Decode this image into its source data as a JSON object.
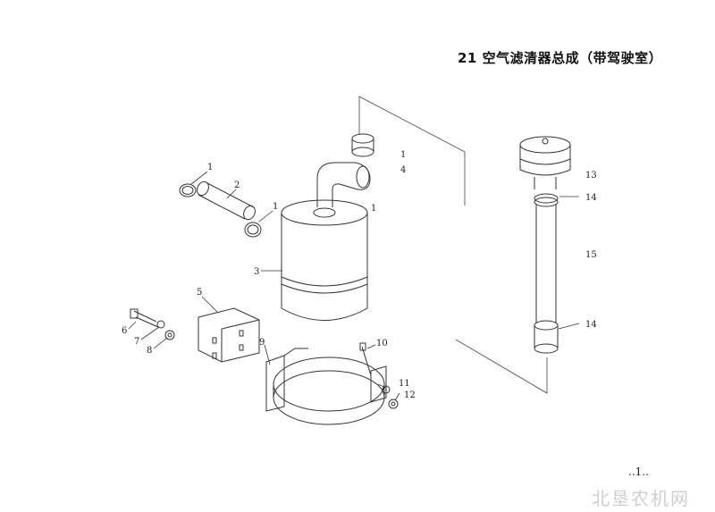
{
  "title": "21 空气滤清器总成（带驾驶室）",
  "page_number": "..1..",
  "watermark": "北垦农机网",
  "callouts": [
    {
      "id": "c1a",
      "text": "1"
    },
    {
      "id": "c2",
      "text": "2"
    },
    {
      "id": "c1b",
      "text": "1"
    },
    {
      "id": "c3",
      "text": "3"
    },
    {
      "id": "c5",
      "text": "5"
    },
    {
      "id": "c6",
      "text": "6"
    },
    {
      "id": "c7",
      "text": "7"
    },
    {
      "id": "c8",
      "text": "8"
    },
    {
      "id": "c9",
      "text": "9"
    },
    {
      "id": "c10",
      "text": "10"
    },
    {
      "id": "c11",
      "text": "11"
    },
    {
      "id": "c12",
      "text": "12"
    },
    {
      "id": "c1c",
      "text": "1"
    },
    {
      "id": "c4",
      "text": "4"
    },
    {
      "id": "c1d",
      "text": "1"
    },
    {
      "id": "c13",
      "text": "13"
    },
    {
      "id": "c14a",
      "text": "14"
    },
    {
      "id": "c15",
      "text": "15"
    },
    {
      "id": "c14b",
      "text": "14"
    }
  ]
}
